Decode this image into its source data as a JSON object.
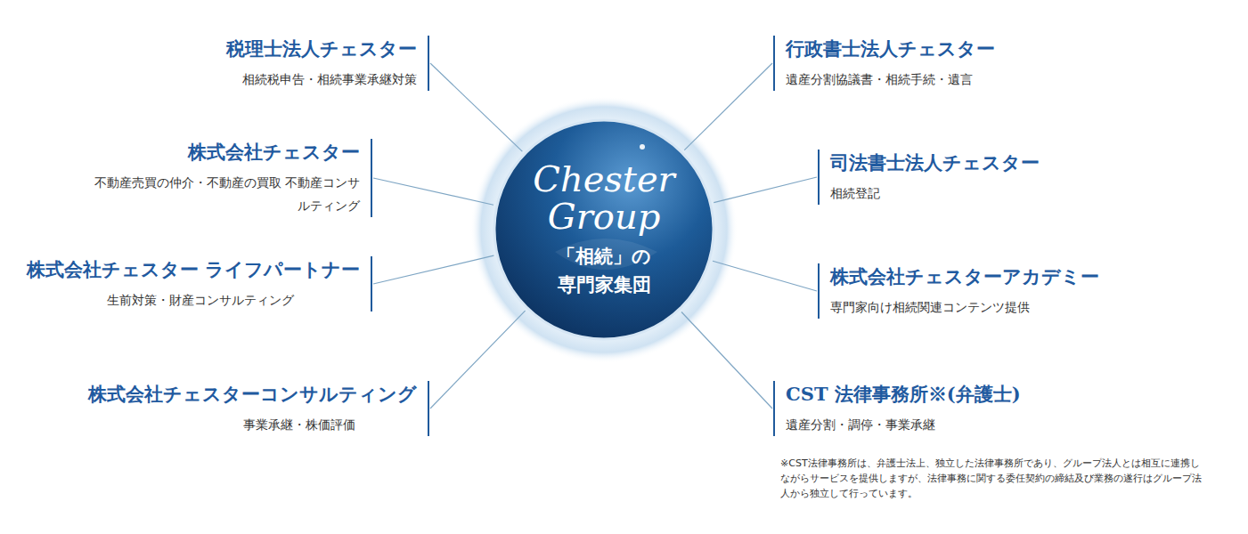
{
  "diagram": {
    "nodes": [
      {
        "text": [
          "Chester Group",
          "「相続」の 専門家集団"
        ]
      },
      {
        "text": [
          "税理士法人チェスター",
          "相続税申告・相続事業承継対策"
        ]
      },
      {
        "text": [
          "行政書士法人チェスター",
          "遺産分割協議書・相続手続・遺言"
        ]
      },
      {
        "text": [
          "株式会社チェスター",
          "不動産売買の仲介・不動産の買取 不動産コンサルティング"
        ]
      },
      {
        "text": [
          "司法書士法人チェスター",
          "相続登記"
        ]
      },
      {
        "text": [
          "株式会社チェスター ライフパートナー",
          "生前対策・財産コンサルティング"
        ]
      },
      {
        "text": [
          "株式会社チェスターアカデミー",
          "専門家向け相続関連コンテンツ提供"
        ]
      },
      {
        "text": [
          "株式会社チェスターコンサルティング",
          "事業承継・株価評価"
        ]
      },
      {
        "text": [
          "CST 法律事務所※(弁護士)",
          "遺産分割・調停・事業承継"
        ]
      }
    ],
    "edges": [
      {
        "from": 0,
        "to": 1,
        "arrow": "none"
      },
      {
        "from": 0,
        "to": 2,
        "arrow": "none"
      },
      {
        "from": 0,
        "to": 3,
        "arrow": "none"
      },
      {
        "from": 0,
        "to": 4,
        "arrow": "none"
      },
      {
        "from": 0,
        "to": 5,
        "arrow": "none"
      },
      {
        "from": 0,
        "to": 6,
        "arrow": "none"
      },
      {
        "from": 0,
        "to": 7,
        "arrow": "none"
      },
      {
        "from": 0,
        "to": 8,
        "arrow": "none"
      }
    ],
    "labels": [
      "※CST法律事務所は、弁護士法上、独立した法律事務所であり、グループ法人とは相互に連携しながらサービスを提供しますが、法律事務に関する委任契約の締結及び業務の遂行はグループ法人から独立して行っています。"
    ]
  }
}
